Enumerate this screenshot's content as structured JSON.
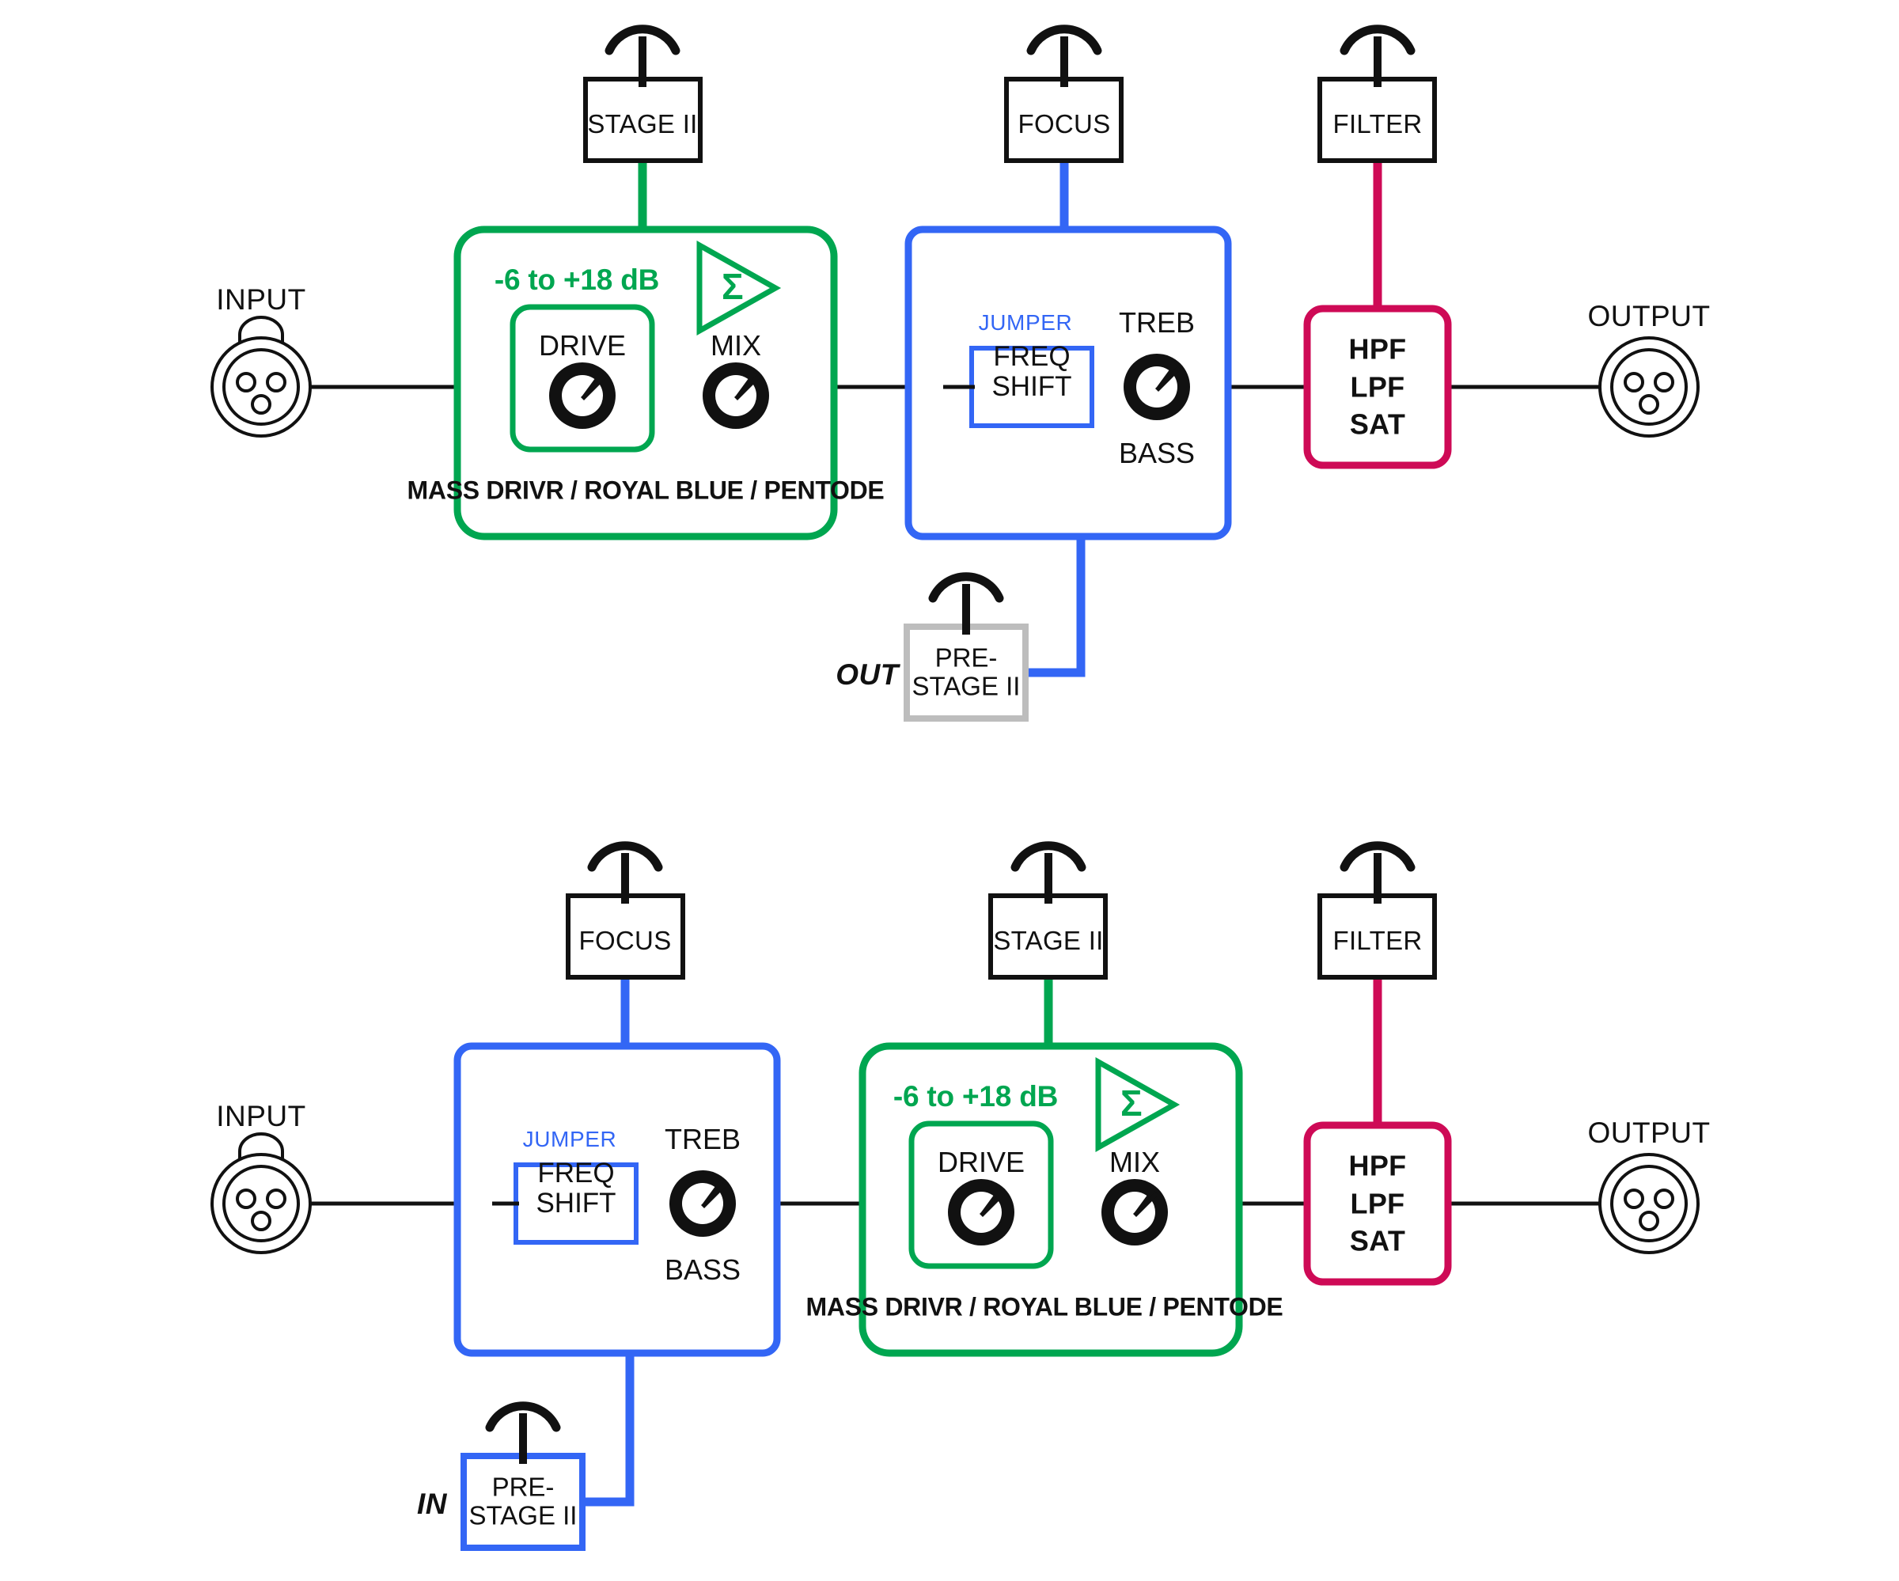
{
  "colors": {
    "green": "#00A650",
    "blue": "#3366F5",
    "pink": "#CE0A56",
    "black": "#111111",
    "gray": "#BDBDBD",
    "white": "#FFFFFF"
  },
  "diagrams": [
    {
      "id": "top",
      "order_note": "drive-first",
      "input": {
        "label": "INPUT",
        "icon": "xlr-female-connector"
      },
      "output": {
        "label": "OUTPUT",
        "icon": "xlr-connector"
      },
      "switches": [
        {
          "name": "stage-ii",
          "label": "STAGE II",
          "accent": "green",
          "icon": "toggle-switch-icon"
        },
        {
          "name": "focus",
          "label": "FOCUS",
          "accent": "blue",
          "icon": "toggle-switch-icon"
        },
        {
          "name": "filter",
          "label": "FILTER",
          "accent": "pink",
          "icon": "toggle-switch-icon"
        }
      ],
      "drive_block": {
        "accent": "green",
        "range_label": "-6 to +18 dB",
        "amp_symbol": "Σ",
        "amp_icon": "summing-amplifier-icon",
        "knobs": [
          {
            "name": "drive",
            "label": "DRIVE",
            "boxed": true
          },
          {
            "name": "mix",
            "label": "MIX",
            "boxed": false
          }
        ],
        "footer_label": "MASS DRIVR / ROYAL BLUE / PENTODE"
      },
      "focus_block": {
        "accent": "blue",
        "jumper_label": "JUMPER",
        "jumper_value": "FREQ\nSHIFT",
        "jumper_line1": "FREQ",
        "jumper_line2": "SHIFT",
        "knob": {
          "name": "treb-bass",
          "label_top": "TREB",
          "label_bottom": "BASS"
        }
      },
      "filter_block": {
        "accent": "pink",
        "lines": [
          "HPF",
          "LPF",
          "SAT"
        ]
      },
      "pre_stage": {
        "label_line1": "PRE-",
        "label_line2": "STAGE II",
        "side_label": "OUT",
        "border": "gray",
        "icon": "toggle-switch-icon"
      }
    },
    {
      "id": "bottom",
      "order_note": "focus-first",
      "input": {
        "label": "INPUT",
        "icon": "xlr-female-connector"
      },
      "output": {
        "label": "OUTPUT",
        "icon": "xlr-connector"
      },
      "switches": [
        {
          "name": "focus",
          "label": "FOCUS",
          "accent": "blue",
          "icon": "toggle-switch-icon"
        },
        {
          "name": "stage-ii",
          "label": "STAGE II",
          "accent": "green",
          "icon": "toggle-switch-icon"
        },
        {
          "name": "filter",
          "label": "FILTER",
          "accent": "pink",
          "icon": "toggle-switch-icon"
        }
      ],
      "focus_block": {
        "accent": "blue",
        "jumper_label": "JUMPER",
        "jumper_line1": "FREQ",
        "jumper_line2": "SHIFT",
        "knob": {
          "name": "treb-bass",
          "label_top": "TREB",
          "label_bottom": "BASS"
        }
      },
      "drive_block": {
        "accent": "green",
        "range_label": "-6 to +18 dB",
        "amp_symbol": "Σ",
        "amp_icon": "summing-amplifier-icon",
        "knobs": [
          {
            "name": "drive",
            "label": "DRIVE",
            "boxed": true
          },
          {
            "name": "mix",
            "label": "MIX",
            "boxed": false
          }
        ],
        "footer_label": "MASS DRIVR / ROYAL BLUE / PENTODE"
      },
      "filter_block": {
        "accent": "pink",
        "lines": [
          "HPF",
          "LPF",
          "SAT"
        ]
      },
      "pre_stage": {
        "label_line1": "PRE-",
        "label_line2": "STAGE II",
        "side_label": "IN",
        "border": "blue",
        "icon": "toggle-switch-icon"
      }
    }
  ]
}
